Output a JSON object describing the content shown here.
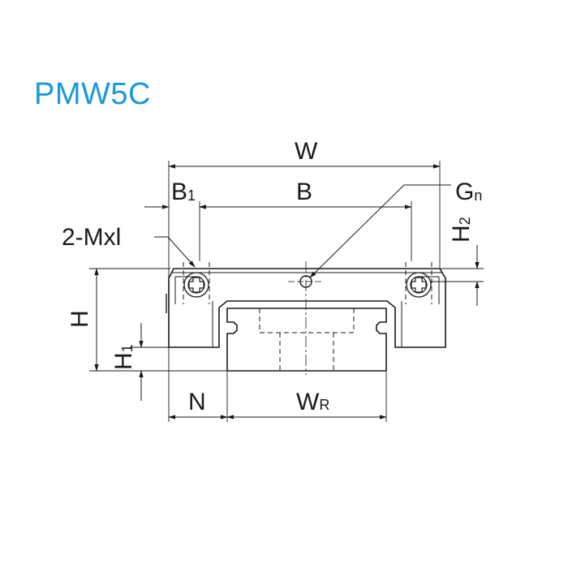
{
  "title": "PMW5C",
  "colors": {
    "title": "#1a9ad6",
    "line": "#1a1a1a"
  },
  "labels": {
    "W": "W",
    "B": "B",
    "B1_main": "B",
    "B1_sub": "1",
    "Gn_main": "G",
    "Gn_sub": "n",
    "M": "2-Mxl",
    "H2_main": "H",
    "H2_sub": "2",
    "H": "H",
    "H1_main": "H",
    "H1_sub": "1",
    "N": "N",
    "WR_main": "W",
    "WR_sub": "R"
  }
}
